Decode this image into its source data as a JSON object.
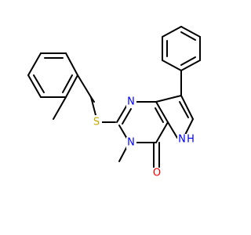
{
  "atoms": {
    "S": {
      "text": "S",
      "color": "#c8a800"
    },
    "N1": {
      "text": "N",
      "color": "#0000ff"
    },
    "N3": {
      "text": "N",
      "color": "#0000ff"
    },
    "NH": {
      "text": "N",
      "color": "#0000ff"
    },
    "H": {
      "text": "H",
      "color": "#0000ff"
    },
    "O": {
      "text": "O",
      "color": "#ff0000"
    }
  },
  "colors": {
    "bond": "#000000",
    "background": "#ffffff"
  }
}
